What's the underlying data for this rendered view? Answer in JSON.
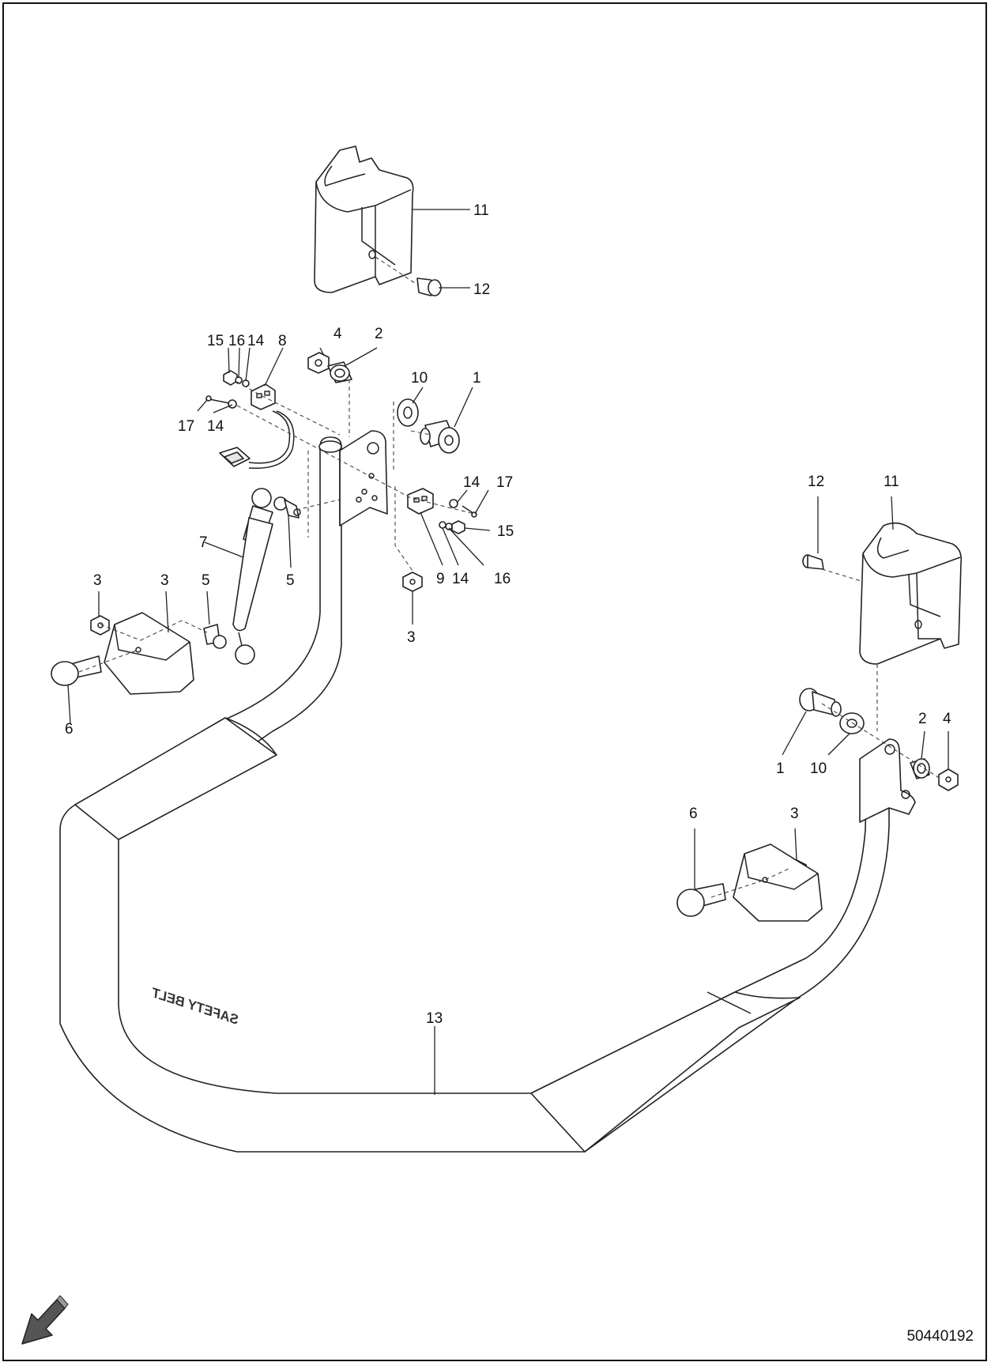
{
  "drawing_number": "50440192",
  "tube_lettering": "SAFETY BELT",
  "callouts": [
    {
      "id": "c1",
      "text": "1"
    },
    {
      "id": "c2",
      "text": "2"
    },
    {
      "id": "c3",
      "text": "3"
    },
    {
      "id": "c4",
      "text": "4"
    },
    {
      "id": "c5",
      "text": "5"
    },
    {
      "id": "c6",
      "text": "6"
    },
    {
      "id": "c7",
      "text": "7"
    },
    {
      "id": "c8",
      "text": "8"
    },
    {
      "id": "c9",
      "text": "9"
    },
    {
      "id": "c10",
      "text": "10"
    },
    {
      "id": "c11",
      "text": "11"
    },
    {
      "id": "c12",
      "text": "12"
    },
    {
      "id": "c13",
      "text": "13"
    },
    {
      "id": "c14",
      "text": "14"
    },
    {
      "id": "c15",
      "text": "15"
    },
    {
      "id": "c16",
      "text": "16"
    },
    {
      "id": "c17",
      "text": "17"
    }
  ],
  "colors": {
    "line": "#222222",
    "dash": "#444444",
    "shade": "#e6e6e6",
    "paper": "#ffffff"
  },
  "icons": {
    "orientation": "arrow-down-left-icon"
  }
}
